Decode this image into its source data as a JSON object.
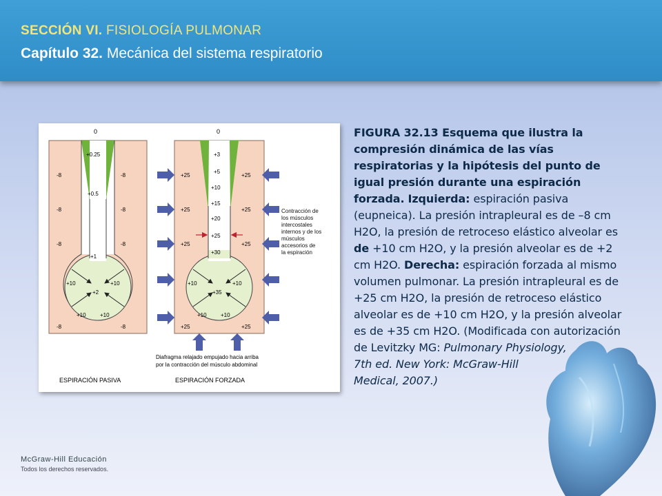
{
  "header": {
    "section_bold": "SECCIÓN VI.",
    "section_rest": "FISIOLOGÍA PULMONAR",
    "chapter_bold": "Capítulo 32.",
    "chapter_rest": "Mecánica del sistema respiratorio"
  },
  "figure": {
    "left": {
      "top_pressure": "0",
      "airway_labels": [
        "+0.25",
        "+0.5",
        "+1"
      ],
      "pleural_left": [
        "-8",
        "-8",
        "-8",
        "-8"
      ],
      "pleural_right": [
        "-8",
        "-8",
        "-8",
        "-8"
      ],
      "alveolar_left": "+10",
      "alveolar_right": "+10",
      "alveolar_center": "+2",
      "alveolar_bottom_left": "+10",
      "alveolar_bottom_right": "+10",
      "title": "ESPIRACIÓN PASIVA"
    },
    "right": {
      "top_pressure": "0",
      "airway_labels": [
        "+3",
        "+5",
        "+10",
        "+15",
        "+20",
        "+25",
        "+30"
      ],
      "pleural_left": [
        "+25",
        "+25",
        "+25",
        "+25"
      ],
      "pleural_right": [
        "+25",
        "+25",
        "+25",
        "+25"
      ],
      "alveolar_left": "+10",
      "alveolar_right": "+10",
      "alveolar_center": "+35",
      "alveolar_bottom_left": "+10",
      "alveolar_bottom_right": "+10",
      "title": "ESPIRACIÓN FORZADA",
      "muscle_note": [
        "Contracción de",
        "los músculos",
        "intercostales",
        "internos y de los",
        "músculos",
        "accesorios de",
        "la espiración"
      ],
      "diaphragm_note": [
        "Diafragma relajado empujado hacia arriba",
        "por la contracción del músculo abdominal"
      ]
    }
  },
  "caption": {
    "title": "FIGURA 32.13 Esquema que ilustra la compresión dinámica de las vías respiratorias y la hipótesis del punto de igual presión durante una espiración forzada.",
    "left_label": "Izquierda:",
    "text_a": "espiración pasiva (eupneica). La presión intrapleural es de –8 cm H2O, la presión de retroceso elástico alveolar es",
    "de_word": "de",
    "text_b": "+10 cm H2O, y la presión alveolar es de +2 cm H2O.",
    "right_label": "Derecha:",
    "text_c": "espiración forzada al mismo volumen pulmonar. La presión intrapleural es de +25 cm H2O, la presión de retroceso elástico alveolar es de +10 cm H2O, y la presión alveolar es de +35 cm H2O. (Modificada con autorización de Levitzky MG:",
    "book": "Pulmonary Physiology,",
    "edition": "7th ed. New York: McGraw-Hill",
    "publisher": "Medical, 2007.)"
  },
  "footer": {
    "brand": "McGraw-Hill Educación",
    "rights": "Todos los derechos reservados."
  },
  "colors": {
    "header_blue": "#2f8cc7",
    "section_yellow": "#f3e57a",
    "pleural_fill": "#f7d4c0",
    "alveolus_fill": "#e5f0cf",
    "airway_green": "#6fb23c",
    "arrow_blue": "#4e5ea8",
    "caption_text": "#0e2a49"
  }
}
